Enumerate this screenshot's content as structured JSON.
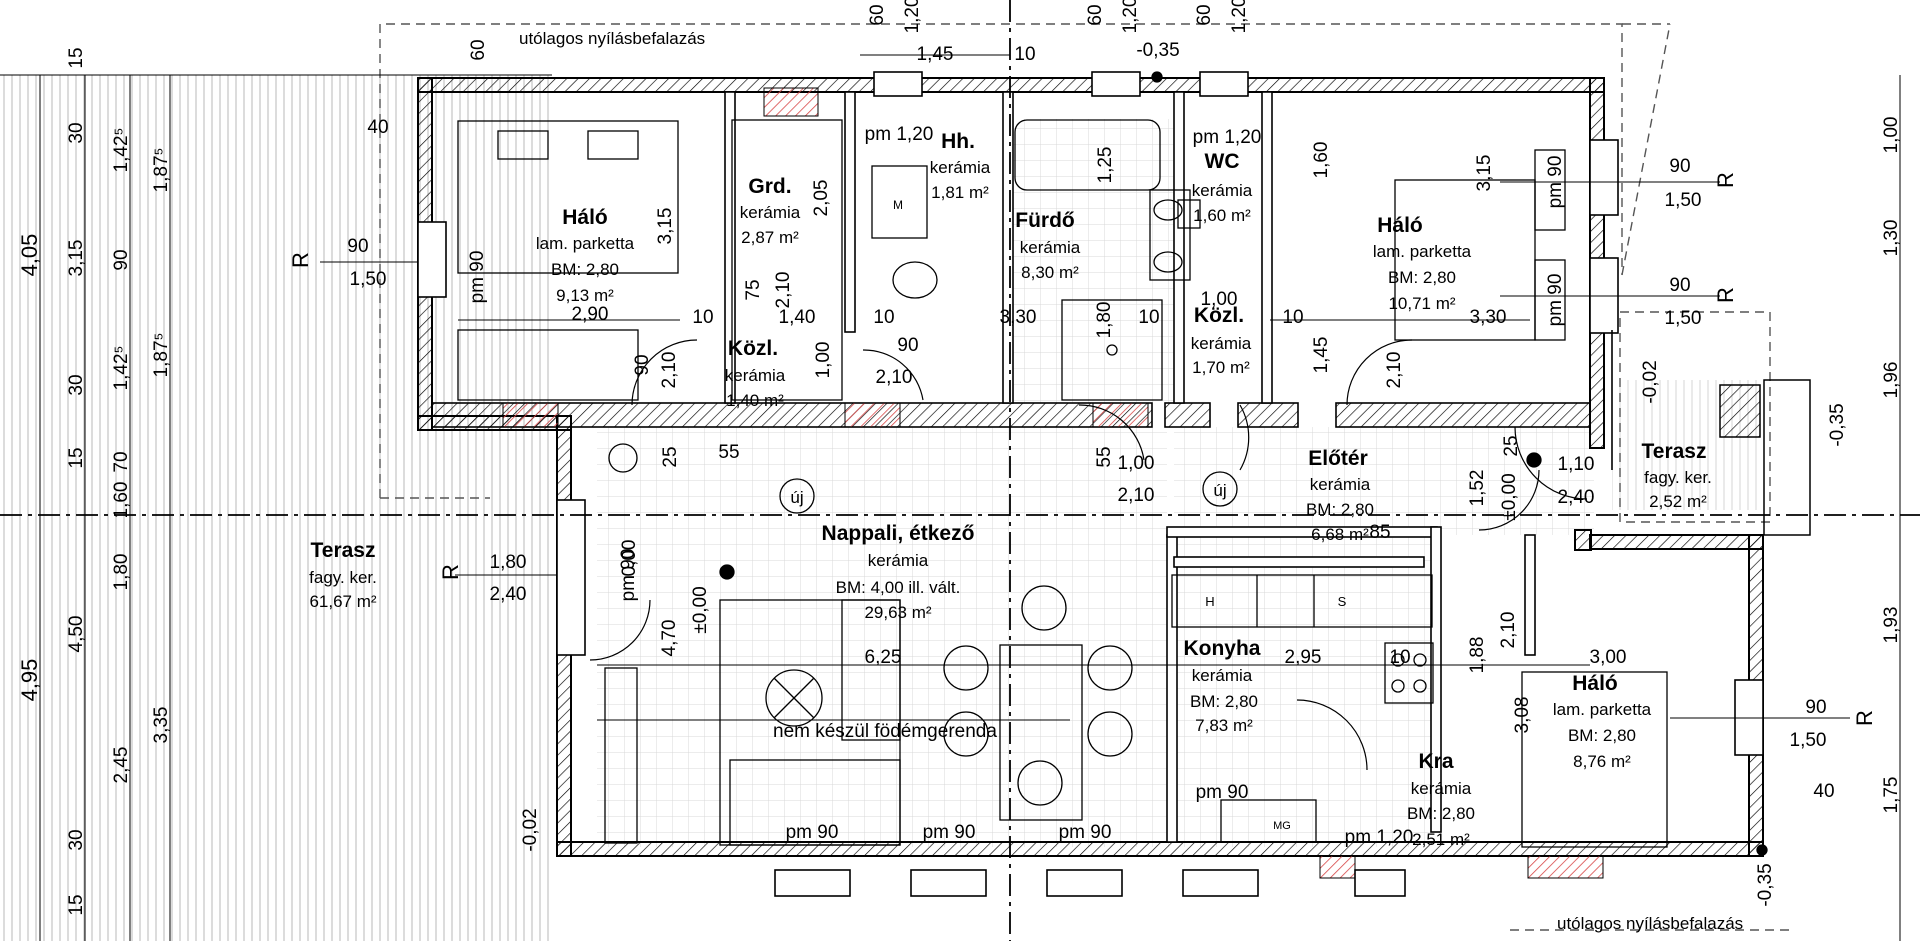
{
  "rooms": [
    {
      "id": "halo-1",
      "name": "Háló",
      "material": "lam. parketta",
      "height": "BM: 2,80",
      "area": "9,13 m²"
    },
    {
      "id": "grd",
      "name": "Grd.",
      "material": "kerámia",
      "area": "2,87 m²"
    },
    {
      "id": "hh",
      "name": "Hh.",
      "material": "kerámia",
      "area": "1,81 m²"
    },
    {
      "id": "furdo",
      "name": "Fürdő",
      "material": "kerámia",
      "area": "8,30 m²"
    },
    {
      "id": "wc",
      "name": "WC",
      "material": "kerámia",
      "area": "1,60 m²"
    },
    {
      "id": "halo-2",
      "name": "Háló",
      "material": "lam. parketta",
      "height": "BM: 2,80",
      "area": "10,71 m²"
    },
    {
      "id": "kozl-1",
      "name": "Közl.",
      "material": "kerámia",
      "area": "1,40 m²"
    },
    {
      "id": "kozl-2",
      "name": "Közl.",
      "material": "kerámia",
      "area": "1,70 m²"
    },
    {
      "id": "eloter",
      "name": "Előtér",
      "material": "kerámia",
      "height": "BM: 2,80",
      "area": "6,68 m²"
    },
    {
      "id": "terasz-1",
      "name": "Terasz",
      "material": "fagy. ker.",
      "area": "61,67 m²"
    },
    {
      "id": "terasz-2",
      "name": "Terasz",
      "material": "fagy. ker.",
      "area": "2,52 m²"
    },
    {
      "id": "nappali",
      "name": "Nappali, étkező",
      "material": "kerámia",
      "height": "BM: 4,00 ill. vált.",
      "area": "29,63 m²"
    },
    {
      "id": "konyha",
      "name": "Konyha",
      "material": "kerámia",
      "height": "BM: 2,80",
      "area": "7,83 m²"
    },
    {
      "id": "halo-3",
      "name": "Háló",
      "material": "lam. parketta",
      "height": "BM: 2,80",
      "area": "8,76 m²"
    },
    {
      "id": "kra",
      "name": "Kra",
      "material": "kerámia",
      "height": "BM: 2,80",
      "area": "2,51 m²"
    }
  ],
  "notes": {
    "top_wall": "utólagos nyílásbefalazás",
    "bottom_wall": "utólagos nyílásbefalazás",
    "beam": "nem készül födémgerenda",
    "new_1": "új",
    "new_2": "új",
    "appliance_h": "H",
    "appliance_s": "S",
    "appliance_m": "M",
    "appliance_mg": "MG"
  },
  "section_mark": "R",
  "windows": {
    "w_1_90": "90",
    "w_1_150": "1,50",
    "w_2_90": "90",
    "w_2_150": "1,50",
    "w_3_90": "90",
    "w_3_150": "1,50",
    "w_4_90": "90",
    "w_4_150": "1,50",
    "w_5_180": "1,80",
    "w_5_240": "2,40",
    "w_6_110": "1,10",
    "w_6_240": "2,40"
  },
  "dims": {
    "d_145": "1,45",
    "d_10a": "10",
    "d_035a": "-0,35",
    "d_60a": "60",
    "d_120a": "1,20",
    "d_60b": "60",
    "d_120b": "1,20",
    "d_60c": "60",
    "d_120c": "1,20",
    "d_60d": "60",
    "d_40a": "40",
    "d_15a": "15",
    "pm120a": "pm 1,20",
    "pm120b": "pm 1,20",
    "pm120c": "pm 1,20",
    "pm90a": "pm 90",
    "pm90b": "pm 90",
    "pm90c": "pm 90",
    "pm90d": "pm 90",
    "pm90e": "pm 90",
    "pm90f": "pm 90",
    "pm90g": "pm 90",
    "pm90h": "pm 90",
    "d_290": "2,90",
    "d_330a": "3,30",
    "d_330b": "3,30",
    "d_140": "1,40",
    "d_10b": "10",
    "d_10c": "10",
    "d_10d": "10",
    "d_10e": "10",
    "d_90a": "90",
    "d_210a": "2,10",
    "d_315a": "3,15",
    "d_315b": "3,15",
    "d_205": "2,05",
    "d_75a": "75",
    "d_210b": "2,10",
    "d_100a": "1,00",
    "d_125": "1,25",
    "d_180": "1,80",
    "d_160": "1,60",
    "d_145b": "1,45",
    "d_100b": "1,00",
    "d_210c": "2,10",
    "d_55a": "55",
    "d_55b": "55",
    "d_25a": "25",
    "d_25b": "25",
    "d_625": "6,25",
    "d_470": "4,70",
    "d_000a": "±0,00",
    "d_000b": "±0,00",
    "d_000c": "0,00",
    "d_295": "2,95",
    "d_300": "3,00",
    "d_308": "3,08",
    "d_188": "1,88",
    "d_85": "85",
    "d_152": "1,52",
    "d_002a": "-0,02",
    "d_002b": "-0,02",
    "d_035b": "-0,35",
    "d_035c": "-0,35",
    "d_40b": "40",
    "d_100c": "1,00",
    "d_210d": "2,10",
    "d_90b": "90",
    "d_210e": "2,10"
  },
  "left_dims": {
    "outer": [
      "4,05",
      "4,95"
    ],
    "middle": [
      "15",
      "30",
      "3,15",
      "30",
      "15",
      "1,60",
      "1,80",
      "4,50",
      "30",
      "15"
    ],
    "inner": [
      "1,42⁵",
      "90",
      "1,42⁵",
      "70",
      "2,45"
    ],
    "innermost": [
      "1,87⁵",
      "1,87⁵",
      "3,35"
    ]
  },
  "right_dims": [
    "1,00",
    "1,30",
    "1,96",
    "1,93",
    "1,75"
  ]
}
